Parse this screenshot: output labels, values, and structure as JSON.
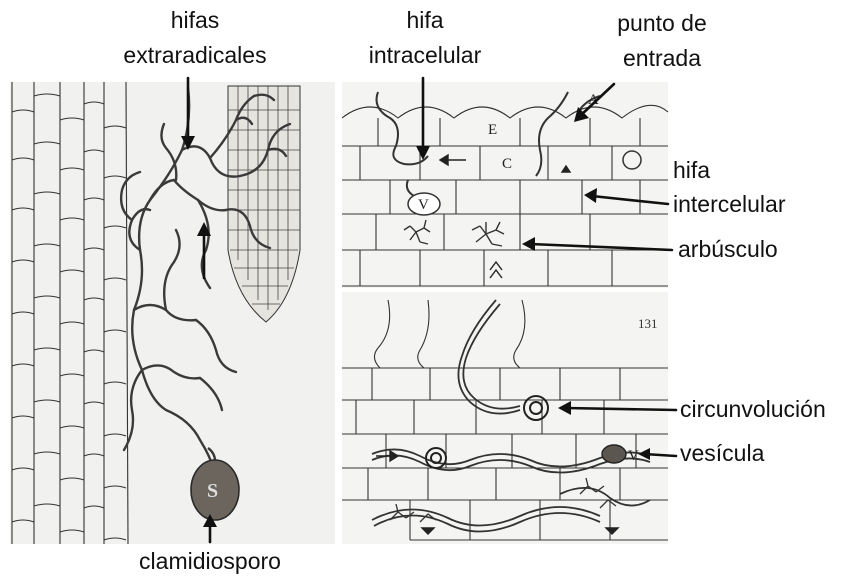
{
  "labels": {
    "hifas": "hifas",
    "extraradicales": "extraradicales",
    "hifa_intra_1": "hifa",
    "hifa_intra_2": "intracelular",
    "punto_1": "punto de",
    "punto_2": "entrada",
    "hifa_inter_1": "hifa",
    "hifa_inter_2": "intercelular",
    "arbusculo": "arbúsculo",
    "circunvolucion": "circunvolución",
    "vesicula": "vesícula",
    "clamidiosporo": "clamidiosporo"
  },
  "cell_letters": {
    "A": "A",
    "E": "E",
    "C": "C",
    "V": "V",
    "S": "S",
    "V_small": "V"
  },
  "page_number": "131",
  "colors": {
    "ink": "#2a2a2a",
    "panel_bg": "#f1f1ef",
    "spore_fill": "#6b655e",
    "label_text": "#111111"
  }
}
